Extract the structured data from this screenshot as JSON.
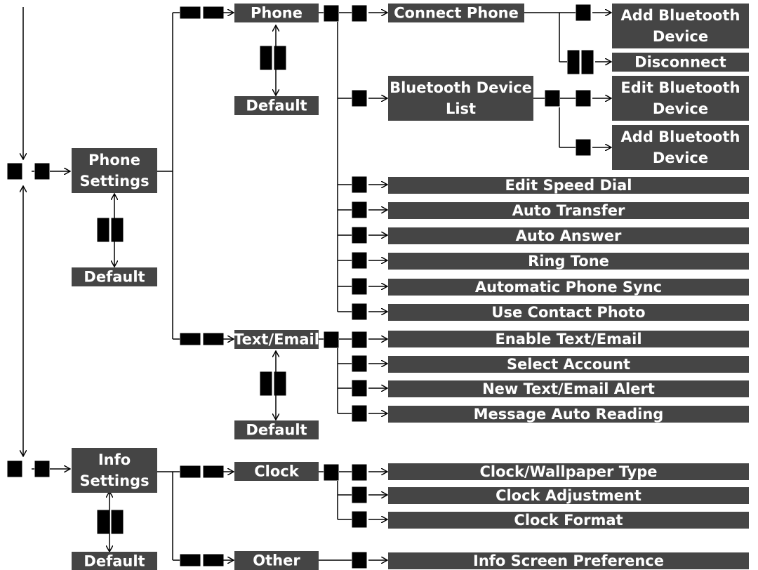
{
  "diagram": {
    "nodes": {
      "phone_settings": [
        "Phone",
        "Settings"
      ],
      "phone_settings_default": [
        "Default"
      ],
      "info_settings": [
        "Info",
        "Settings"
      ],
      "info_settings_default": [
        "Default"
      ],
      "phone": [
        "Phone"
      ],
      "phone_default": [
        "Default"
      ],
      "text_email": [
        "Text/Email"
      ],
      "text_email_default": [
        "Default"
      ],
      "clock": [
        "Clock"
      ],
      "other": [
        "Other"
      ],
      "connect_phone": [
        "Connect Phone"
      ],
      "add_bluetooth_device_1": [
        "Add Bluetooth",
        "Device"
      ],
      "disconnect": [
        "Disconnect"
      ],
      "bluetooth_device_list": [
        "Bluetooth Device",
        "List"
      ],
      "edit_bluetooth_device": [
        "Edit Bluetooth",
        "Device"
      ],
      "add_bluetooth_device_2": [
        "Add Bluetooth",
        "Device"
      ],
      "edit_speed_dial": [
        "Edit Speed Dial"
      ],
      "auto_transfer": [
        "Auto Transfer"
      ],
      "auto_answer": [
        "Auto Answer"
      ],
      "ring_tone": [
        "Ring Tone"
      ],
      "automatic_phone_sync": [
        "Automatic Phone Sync"
      ],
      "use_contact_photo": [
        "Use Contact Photo"
      ],
      "enable_text_email": [
        "Enable Text/Email"
      ],
      "select_account": [
        "Select Account"
      ],
      "new_text_email_alert": [
        "New Text/Email Alert"
      ],
      "message_auto_reading": [
        "Message Auto Reading"
      ],
      "clock_wallpaper_type": [
        "Clock/Wallpaper Type"
      ],
      "clock_adjustment": [
        "Clock Adjustment"
      ],
      "clock_format": [
        "Clock Format"
      ],
      "info_screen_preference": [
        "Info Screen Preference"
      ]
    },
    "icons": {
      "back": "back-button-icon",
      "enter": "interface-dial-press-icon",
      "left_right": "interface-dial-left-right-icon",
      "up_down": "interface-dial-up-down-icon"
    },
    "colors": {
      "box": "#454545",
      "text": "#ffffff",
      "line": "#000000"
    }
  }
}
